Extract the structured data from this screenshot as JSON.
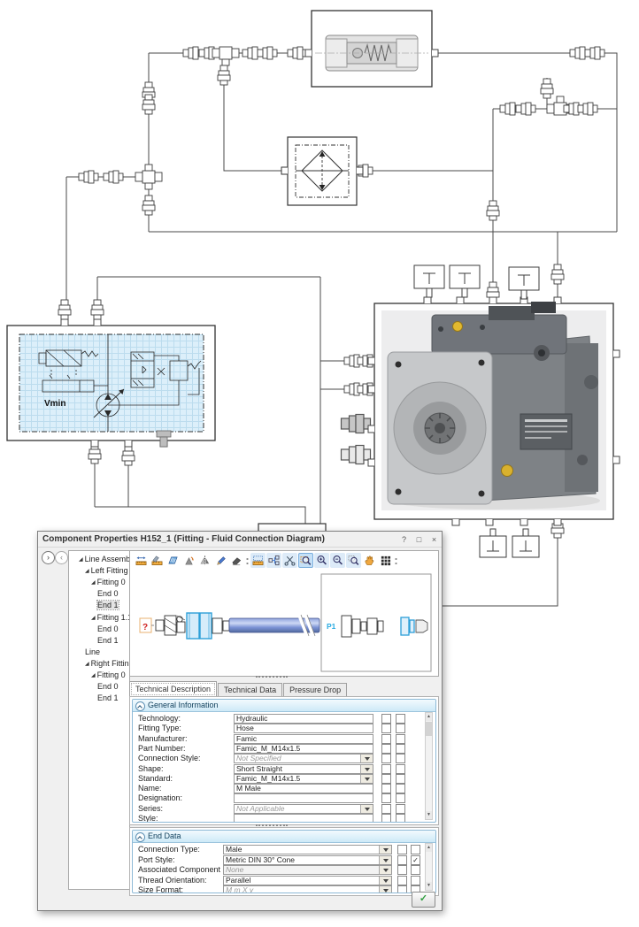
{
  "window": {
    "title": "Component Properties H152_1 (Fitting - Fluid Connection Diagram)",
    "help_label": "?",
    "pin_label": "□",
    "close_label": "×",
    "expand_all_label": "›",
    "collapse_all_label": "‹"
  },
  "tree": {
    "expand_marker": "◢",
    "items": [
      {
        "label": "Line Assembly",
        "indent": 0,
        "expand": true,
        "selected": false
      },
      {
        "label": "Left Fitting",
        "indent": 1,
        "expand": true,
        "selected": false
      },
      {
        "label": "Fitting 0",
        "indent": 2,
        "expand": true,
        "selected": false
      },
      {
        "label": "End 0",
        "indent": 3,
        "expand": false,
        "selected": false
      },
      {
        "label": "End 1",
        "indent": 3,
        "expand": false,
        "selected": true
      },
      {
        "label": "Fitting 1.1",
        "indent": 2,
        "expand": true,
        "selected": false
      },
      {
        "label": "End 0",
        "indent": 3,
        "expand": false,
        "selected": false
      },
      {
        "label": "End 1",
        "indent": 3,
        "expand": false,
        "selected": false
      },
      {
        "label": "Line",
        "indent": 1,
        "expand": false,
        "selected": false
      },
      {
        "label": "Right Fitting",
        "indent": 1,
        "expand": true,
        "selected": false
      },
      {
        "label": "Fitting 0",
        "indent": 2,
        "expand": true,
        "selected": false
      },
      {
        "label": "End 0",
        "indent": 3,
        "expand": false,
        "selected": false
      },
      {
        "label": "End 1",
        "indent": 3,
        "expand": false,
        "selected": false
      }
    ]
  },
  "toolbar": {
    "icons": [
      {
        "name": "measure-length"
      },
      {
        "name": "measure-path"
      },
      {
        "name": "hatch"
      },
      {
        "name": "rotate"
      },
      {
        "name": "flip"
      },
      {
        "name": "pencil"
      },
      {
        "name": "eraser"
      },
      {
        "name": "separator"
      },
      {
        "name": "measure-fit",
        "grp": true
      },
      {
        "name": "connections",
        "grp": true
      },
      {
        "name": "cut",
        "grp": true
      },
      {
        "name": "zoom-area",
        "grp": true,
        "active": true
      },
      {
        "name": "zoom-in",
        "grp": true
      },
      {
        "name": "zoom-out",
        "grp": true
      },
      {
        "name": "zoom-window",
        "grp": true
      },
      {
        "name": "pan"
      },
      {
        "name": "grid"
      },
      {
        "name": "separator"
      }
    ]
  },
  "preview": {
    "unknown_marker": "?",
    "port_label": "P1"
  },
  "tabs": [
    {
      "label": "Technical Description",
      "active": true
    },
    {
      "label": "Technical Data",
      "active": false
    },
    {
      "label": "Pressure Drop",
      "active": false
    }
  ],
  "general_information": {
    "title": "General Information",
    "rows": [
      {
        "label": "Technology:",
        "value": "Hydraulic",
        "type": "text"
      },
      {
        "label": "Fitting Type:",
        "value": "Hose",
        "type": "text"
      },
      {
        "label": "Manufacturer:",
        "value": "Famic",
        "type": "text"
      },
      {
        "label": "Part Number:",
        "value": "Famic_M_M14x1.5",
        "type": "text"
      },
      {
        "label": "Connection Style:",
        "value": "Not Specified",
        "type": "select",
        "muted": true
      },
      {
        "label": "Shape:",
        "value": "Short Straight",
        "type": "select"
      },
      {
        "label": "Standard:",
        "value": "Famic_M_M14x1.5",
        "type": "select"
      },
      {
        "label": "Name:",
        "value": "M Male",
        "type": "text"
      },
      {
        "label": "Designation:",
        "value": "",
        "type": "text"
      },
      {
        "label": "Series:",
        "value": "Not Applicable",
        "type": "select",
        "muted": true
      },
      {
        "label": "Style:",
        "value": "",
        "type": "text"
      }
    ]
  },
  "end_data": {
    "title": "End Data",
    "rows": [
      {
        "label": "Connection Type:",
        "value": "Male",
        "type": "select"
      },
      {
        "label": "Port Style:",
        "value": "Metric DIN  30° Cone",
        "type": "select",
        "checked2": true
      },
      {
        "label": "Associated Component Port:",
        "value": "None",
        "type": "select",
        "muted": true,
        "disabled": true
      },
      {
        "label": "Thread Orientation:",
        "value": "Parallel",
        "type": "select"
      },
      {
        "label": "Size Format:",
        "value": "M m X y",
        "type": "select",
        "muted": true
      }
    ]
  },
  "footer": {
    "apply_label": "✓"
  },
  "schematic": {
    "vmin_label": "Vmin"
  },
  "colors": {
    "highlight_blue": "#2d9fd8",
    "hose_blue": "#5a74c4",
    "manifold_fill": "#dceffa",
    "check_green": "#2f9e3f",
    "line_color": "#444444"
  }
}
